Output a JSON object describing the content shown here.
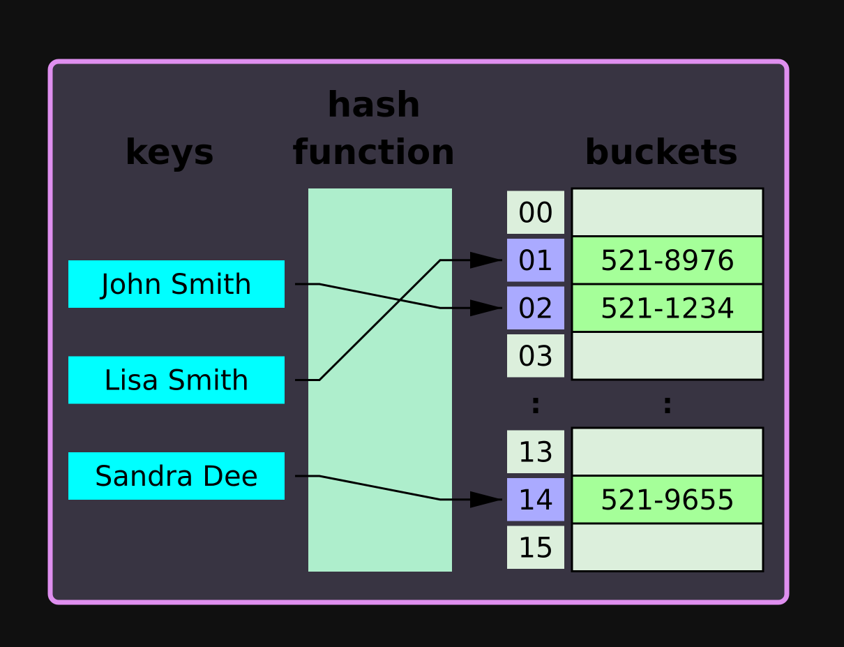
{
  "headings": {
    "keys": "keys",
    "hash_line1": "hash",
    "hash_line2": "function",
    "buckets": "buckets"
  },
  "keys": [
    {
      "name": "John Smith",
      "bucket": "02"
    },
    {
      "name": "Lisa Smith",
      "bucket": "01"
    },
    {
      "name": "Sandra Dee",
      "bucket": "14"
    }
  ],
  "bucket_groups": [
    [
      {
        "index": "00",
        "value": ""
      },
      {
        "index": "01",
        "value": "521-8976"
      },
      {
        "index": "02",
        "value": "521-1234"
      },
      {
        "index": "03",
        "value": ""
      }
    ],
    [
      {
        "index": "13",
        "value": ""
      },
      {
        "index": "14",
        "value": "521-9655"
      },
      {
        "index": "15",
        "value": ""
      }
    ]
  ],
  "ellipsis": ":",
  "colors": {
    "background": "#101010",
    "panel_fill": "#383442",
    "panel_border": "#df8fef",
    "key_fill": "#00ffff",
    "hash_fill": "#aeeecc",
    "index_empty": "#dcefdc",
    "index_used": "#aaaaff",
    "bucket_empty": "#dcefdc",
    "bucket_used": "#a5ff99"
  }
}
